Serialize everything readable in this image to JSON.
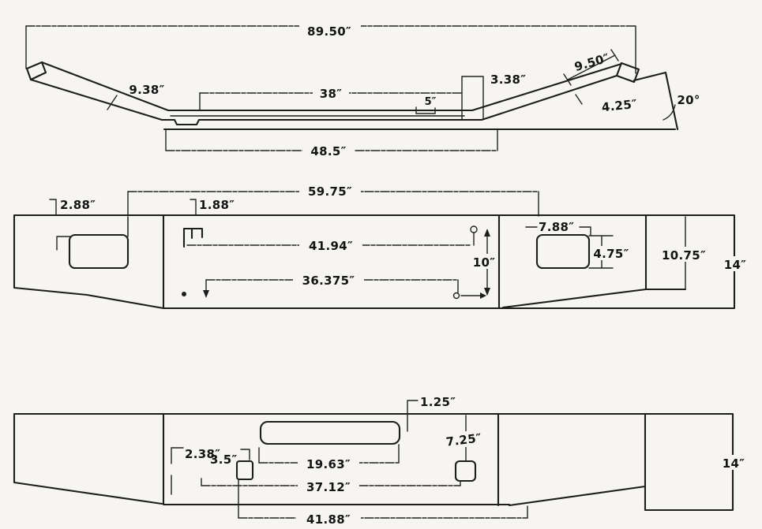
{
  "paper": "#f6f5f1",
  "ink": "#1d1d1d",
  "top_view": {
    "overall_width": "89.50″",
    "left_slope": "9.38″",
    "center_width": "38″",
    "step": "5″",
    "setback": "3.38″",
    "base_width": "48.5″",
    "end_width": "9.50″",
    "end_slope": "4.25″",
    "bend_angle": "20°"
  },
  "front_view": {
    "overall_width": "59.75″",
    "left_offset": "2.88″",
    "inner_offset": "1.88″",
    "upper_bolt_span": "41.94″",
    "lower_bolt_span": "36.375″",
    "bolt_row_gap": "10″",
    "cutout_offset": "7.88″",
    "cutout_height": "4.75″",
    "step_height": "10.75″",
    "overall_height": "14″"
  },
  "bottom_view": {
    "slot_offset": "1.25″",
    "slot_drop": "7.25″",
    "bolt_offset": "2.38″",
    "bolt_gap": "3.5″",
    "slot_width": "19.63″",
    "bolt_span": "37.12″",
    "mount_span": "41.88″",
    "end_height": "14″"
  }
}
